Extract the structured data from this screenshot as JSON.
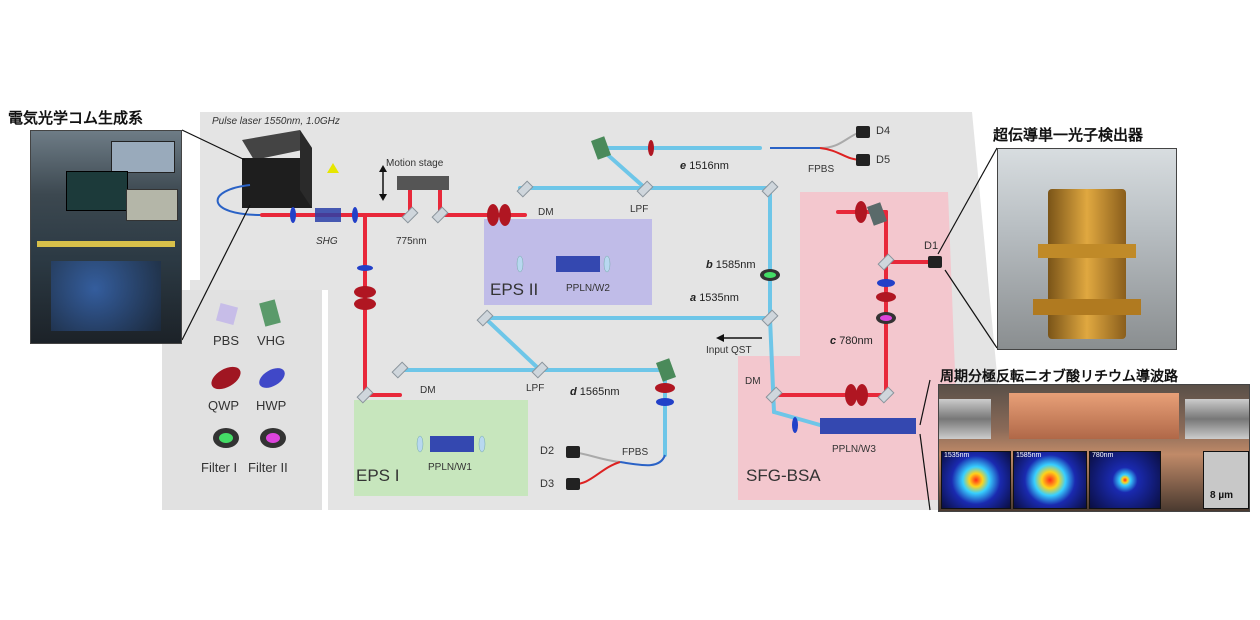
{
  "titles": {
    "comb": "電気光学コム生成系",
    "detector": "超伝導単一光子検出器",
    "waveguide": "周期分極反転ニオブ酸リチウム導波路"
  },
  "laser": {
    "label": "Pulse laser 1550nm, 1.0GHz"
  },
  "components": {
    "motion_stage": "Motion stage",
    "shg": "SHG",
    "pump_775": "775nm",
    "dm_top": "DM",
    "dm_mid": "DM",
    "dm_right": "DM",
    "lpf_top": "LPF",
    "lpf_mid": "LPF",
    "fpbs_top": "FPBS",
    "fpbs_bottom": "FPBS",
    "ppln_w1": "PPLN/W1",
    "ppln_w2": "PPLN/W2",
    "ppln_w3": "PPLN/W3",
    "input_qst": "Input QST"
  },
  "wavelengths": {
    "e": {
      "letter": "e",
      "value": "1516nm"
    },
    "b": {
      "letter": "b",
      "value": "1585nm"
    },
    "a": {
      "letter": "a",
      "value": "1535nm"
    },
    "c": {
      "letter": "c",
      "value": "780nm"
    },
    "d": {
      "letter": "d",
      "value": "1565nm"
    }
  },
  "regions": {
    "eps2": "EPS II",
    "eps1": "EPS I",
    "sfg": "SFG-BSA"
  },
  "detectors": {
    "d1": "D1",
    "d2": "D2",
    "d3": "D3",
    "d4": "D4",
    "d5": "D5"
  },
  "legend": {
    "pbs": "PBS",
    "vhg": "VHG",
    "qwp": "QWP",
    "hwp": "HWP",
    "filter1": "Filter I",
    "filter2": "Filter II"
  },
  "mode_images": {
    "m1": "1535nm",
    "m2": "1585nm",
    "m3": "780nm"
  },
  "scale": {
    "label": "8 µm"
  },
  "colors": {
    "red_beam": "#e8283a",
    "ir_beam": "#6ec6e8",
    "green_beam": "#5ad06a",
    "eps2_bg": "#b9b6e6",
    "eps1_bg": "#bfe5b5",
    "sfg_bg": "#f3c0c8",
    "table": "#e3e3e3"
  }
}
